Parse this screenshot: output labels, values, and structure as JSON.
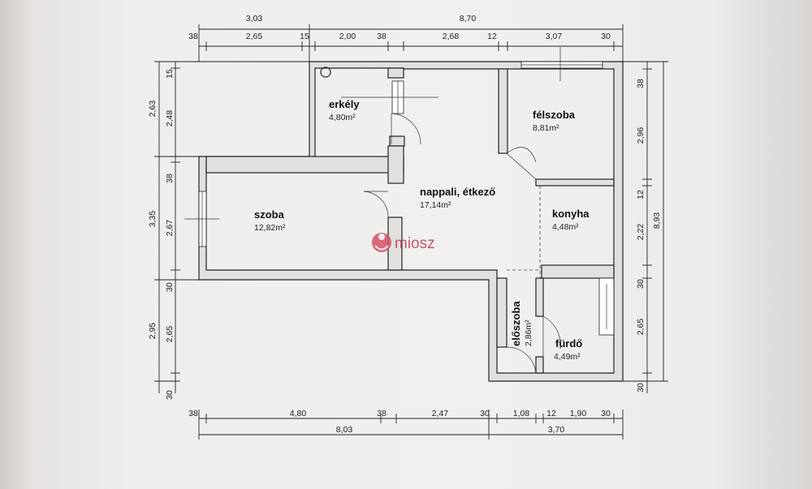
{
  "dimensions": {
    "top_outer": [
      "3,03",
      "8,70"
    ],
    "top_inner": [
      "38",
      "2,65",
      "15",
      "2,00",
      "38",
      "2,68",
      "12",
      "3,07",
      "30"
    ],
    "left_outer": [
      "2,63",
      "3,35",
      "2,95"
    ],
    "left_inner": [
      "15",
      "2,48",
      "38",
      "2,67",
      "30",
      "2,65",
      "30"
    ],
    "right_inner": [
      "38",
      "2,96",
      "12",
      "2,22",
      "30",
      "2,65",
      "30"
    ],
    "right_outer": [
      "8,93"
    ],
    "bottom_inner": [
      "38",
      "4,80",
      "38",
      "2,47",
      "30",
      "1,08",
      "12",
      "1,90",
      "30"
    ],
    "bottom_outer": [
      "8,03",
      "3,70"
    ]
  },
  "rooms": [
    {
      "name": "erkély",
      "area": "4,80m²"
    },
    {
      "name": "félszoba",
      "area": "8,81m²"
    },
    {
      "name": "nappali, étkező",
      "area": "17,14m²"
    },
    {
      "name": "szoba",
      "area": "12,82m²"
    },
    {
      "name": "konyha",
      "area": "4,48m²"
    },
    {
      "name": "előszoba",
      "area": "2,86m²"
    },
    {
      "name": "fürdő",
      "area": "4,49m²"
    }
  ],
  "watermark": {
    "text": "miosz",
    "color": "#c23a52"
  }
}
